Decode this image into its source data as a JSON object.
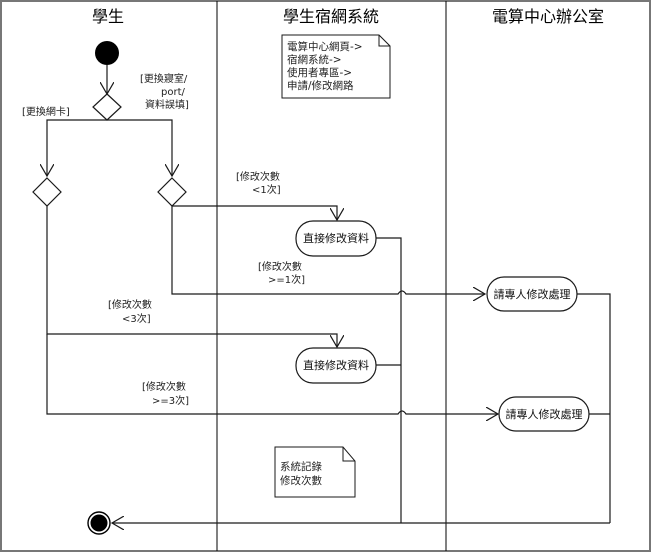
{
  "diagram": {
    "type": "uml-activity-diagram",
    "lanes": [
      {
        "id": "student",
        "title": "學生"
      },
      {
        "id": "dorm-system",
        "title": "學生宿網系統"
      },
      {
        "id": "computer-center",
        "title": "電算中心辦公室"
      }
    ],
    "notes": {
      "navigation": [
        "電算中心網頁->",
        "宿網系統->",
        "使用者專區->",
        "申請/修改網路"
      ],
      "system_log": [
        "系統記錄",
        "修改次數"
      ]
    },
    "guards": {
      "change_room": [
        "[更換寢室/",
        "port/",
        "資料誤填]"
      ],
      "change_nic": [
        "[更換網卡]"
      ],
      "lt1": [
        "[修改次數",
        "<1次]"
      ],
      "ge1": [
        "[修改次數",
        ">=1次]"
      ],
      "lt3": [
        "[修改次數",
        "<3次]"
      ],
      "ge3": [
        "[修改次數",
        ">=3次]"
      ]
    },
    "activities": {
      "direct_modify_1": "直接修改資料",
      "request_staff_1": "請專人修改處理",
      "direct_modify_2": "直接修改資料",
      "request_staff_2": "請專人修改處理"
    }
  }
}
